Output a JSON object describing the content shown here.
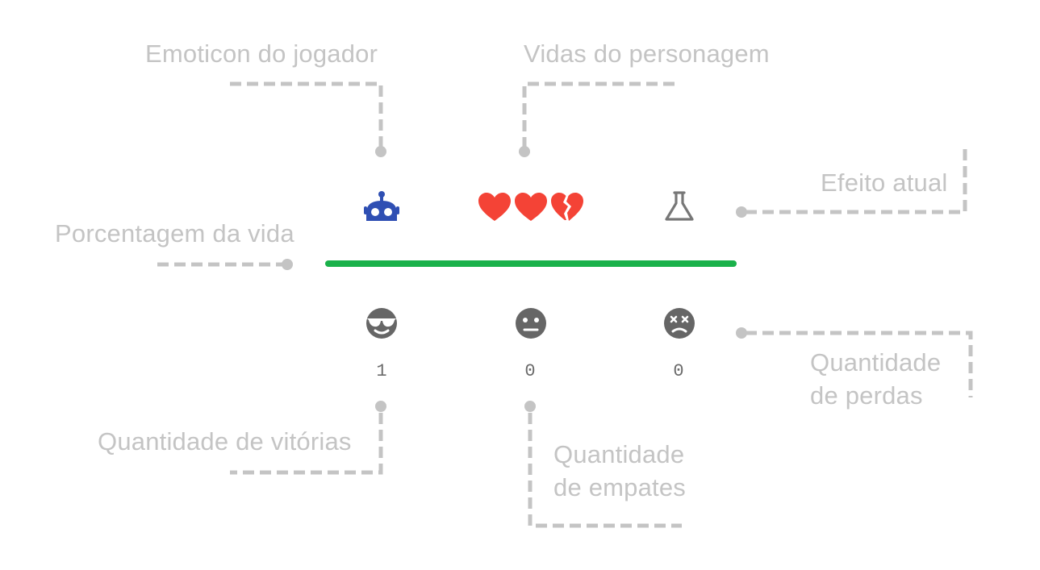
{
  "labels": {
    "player_emoticon": "Emoticon do jogador",
    "character_lives": "Vidas do personagem",
    "current_effect": "Efeito atual",
    "life_percentage": "Porcentagem da vida",
    "losses_line1": "Quantidade",
    "losses_line2": "de perdas",
    "wins": "Quantidade de vitórias",
    "draws_line1": "Quantidade",
    "draws_line2": "de empates"
  },
  "stats": {
    "wins": "1",
    "draws": "0",
    "losses": "0"
  },
  "hud": {
    "player_icon": "robot-icon",
    "lives": [
      "full-heart-icon",
      "full-heart-icon",
      "broken-heart-icon"
    ],
    "effect_icon": "flask-icon",
    "life_percentage": 100,
    "win_icon": "sunglasses-face-icon",
    "draw_icon": "neutral-face-icon",
    "loss_icon": "dizzy-face-icon"
  },
  "colors": {
    "player_icon": "#2f4fb3",
    "heart": "#f44336",
    "life_bar": "#1ab14a",
    "face_icons": "#666666",
    "effect_icon": "#777777",
    "annotation": "#c4c4c4",
    "count_text": "#6b6b6b"
  }
}
